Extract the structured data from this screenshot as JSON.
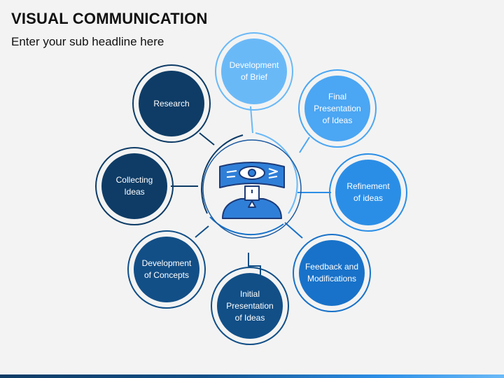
{
  "header": {
    "title": "VISUAL COMMUNICATION",
    "subtitle": "Enter your sub headline here"
  },
  "center": {
    "icon": "eye-on-screen-icon"
  },
  "nodes": [
    {
      "id": "research",
      "label": "Research",
      "color": "#0e3c66"
    },
    {
      "id": "collecting-ideas",
      "label": "Collecting\nIdeas",
      "color": "#0e3c66"
    },
    {
      "id": "development-of-concepts",
      "label": "Development\nof Concepts",
      "color": "#124f87"
    },
    {
      "id": "initial-presentation",
      "label": "Initial\nPresentation\nof Ideas",
      "color": "#124f87"
    },
    {
      "id": "feedback",
      "label": "Feedback and\nModifications",
      "color": "#1872c9"
    },
    {
      "id": "refinement",
      "label": "Refinement\nof ideas",
      "color": "#2b8ee6"
    },
    {
      "id": "final-presentation",
      "label": "Final\nPresentation\nof Ideas",
      "color": "#4ba6f3"
    },
    {
      "id": "development-of-brief",
      "label": "Development\nof Brief",
      "color": "#6ab9f7"
    }
  ],
  "colors": {
    "dark": "#0e3c66",
    "mid": "#1872c9",
    "light": "#6ab9f7",
    "icon_fill": "#2f7fd8",
    "icon_stroke": "#1c3a78"
  }
}
